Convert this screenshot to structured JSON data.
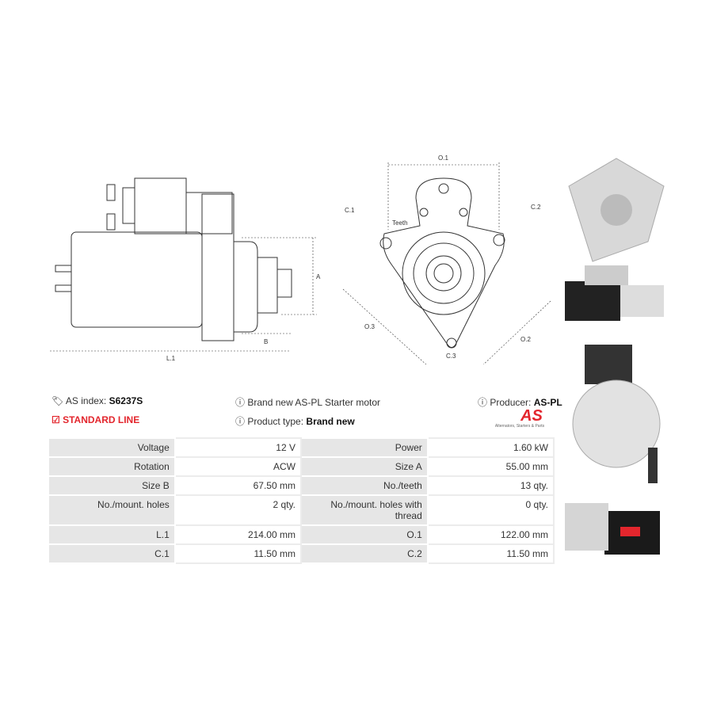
{
  "drawing_labels": {
    "L1": "L.1",
    "A": "A",
    "B": "B",
    "O1": "O.1",
    "O2": "O.2",
    "O3": "O.3",
    "C1": "C.1",
    "C2": "C.2",
    "C3": "C.3",
    "teeth": "Teeth"
  },
  "info": {
    "as_index_label": "AS index: ",
    "as_index_value": "S6237S",
    "line": "STANDARD LINE",
    "description": "Brand new AS-PL Starter motor",
    "product_type_label": "Product type: ",
    "product_type_value": "Brand new",
    "producer_label": "Producer: ",
    "producer_value": "AS-PL",
    "logo_text": "AS",
    "logo_tagline": "Alternators, Starters & Parts"
  },
  "colors": {
    "accent": "#e3262d",
    "header_cell": "#e6e6e6"
  },
  "specs": [
    {
      "k1": "Voltage",
      "v1": "12 V",
      "k2": "Power",
      "v2": "1.60 kW"
    },
    {
      "k1": "Rotation",
      "v1": "ACW",
      "k2": "Size A",
      "v2": "55.00 mm"
    },
    {
      "k1": "Size B",
      "v1": "67.50 mm",
      "k2": "No./teeth",
      "v2": "13 qty."
    },
    {
      "k1": "No./mount. holes",
      "v1": "2 qty.",
      "k2": "No./mount. holes with thread",
      "v2": "0 qty."
    },
    {
      "k1": "L.1",
      "v1": "214.00 mm",
      "k2": "O.1",
      "v2": "122.00 mm"
    },
    {
      "k1": "C.1",
      "v1": "11.50 mm",
      "k2": "C.2",
      "v2": "11.50 mm"
    }
  ]
}
